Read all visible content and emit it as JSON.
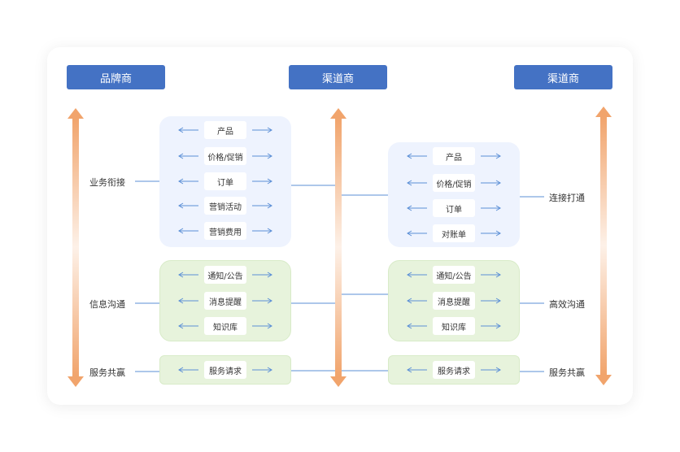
{
  "headers": {
    "brand": "品牌商",
    "channel_middle": "渠道商",
    "channel_right": "渠道商"
  },
  "left_labels": {
    "business": "业务衔接",
    "info": "信息沟通",
    "service": "服务共赢"
  },
  "right_labels": {
    "connect": "连接打通",
    "efficient": "高效沟通",
    "service": "服务共赢"
  },
  "left_blue_items": [
    "产品",
    "价格/促销",
    "订单",
    "营销活动",
    "营销费用"
  ],
  "right_blue_items": [
    "产品",
    "价格/促销",
    "订单",
    "对账单"
  ],
  "left_green_items": [
    "通知/公告",
    "消息提醒",
    "知识库"
  ],
  "right_green_items": [
    "通知/公告",
    "消息提醒",
    "知识库"
  ],
  "left_service_item": "服务请求",
  "right_service_item": "服务请求",
  "colors": {
    "header_bg": "#4472c4",
    "arrow_orange": "#f1a46c",
    "arrow_blue": "#5b8fd6",
    "panel_blue": "#eef3fe",
    "panel_green": "#e7f3dc"
  }
}
